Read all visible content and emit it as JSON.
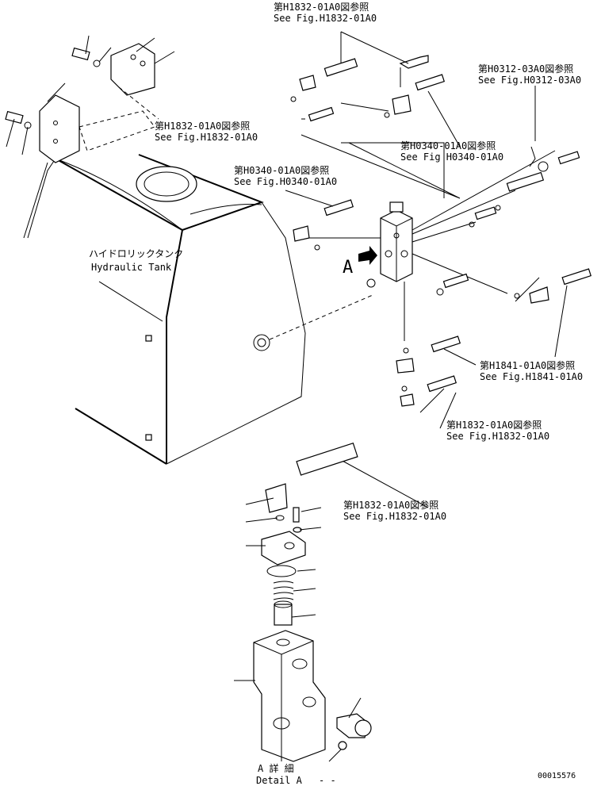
{
  "tank": {
    "label_jp": "ハイドロリックタンク",
    "label_en": "Hydraulic Tank"
  },
  "view_marker": "A",
  "references": [
    {
      "jp": "第H1832-01A0図参照",
      "en": "See Fig.H1832-01A0"
    },
    {
      "jp": "第H0312-03A0図参照",
      "en": "See Fig.H0312-03A0"
    },
    {
      "jp": "第H1832-01A0図参照",
      "en": "See Fig.H1832-01A0"
    },
    {
      "jp": "第H0340-01A0図参照",
      "en": "See Fig H0340-01A0"
    },
    {
      "jp": "第H0340-01A0図参照",
      "en": "See Fig.H0340-01A0"
    },
    {
      "jp": "第H1841-01A0図参照",
      "en": "See Fig.H1841-01A0"
    },
    {
      "jp": "第H1832-01A0図参照",
      "en": "See Fig.H1832-01A0"
    },
    {
      "jp": "第H1832-01A0図参照",
      "en": "See Fig.H1832-01A0"
    }
  ],
  "detail": {
    "jp": "A 詳 細",
    "en": "Detail A",
    "suffix": "- -"
  },
  "drawing_number": "00015576"
}
